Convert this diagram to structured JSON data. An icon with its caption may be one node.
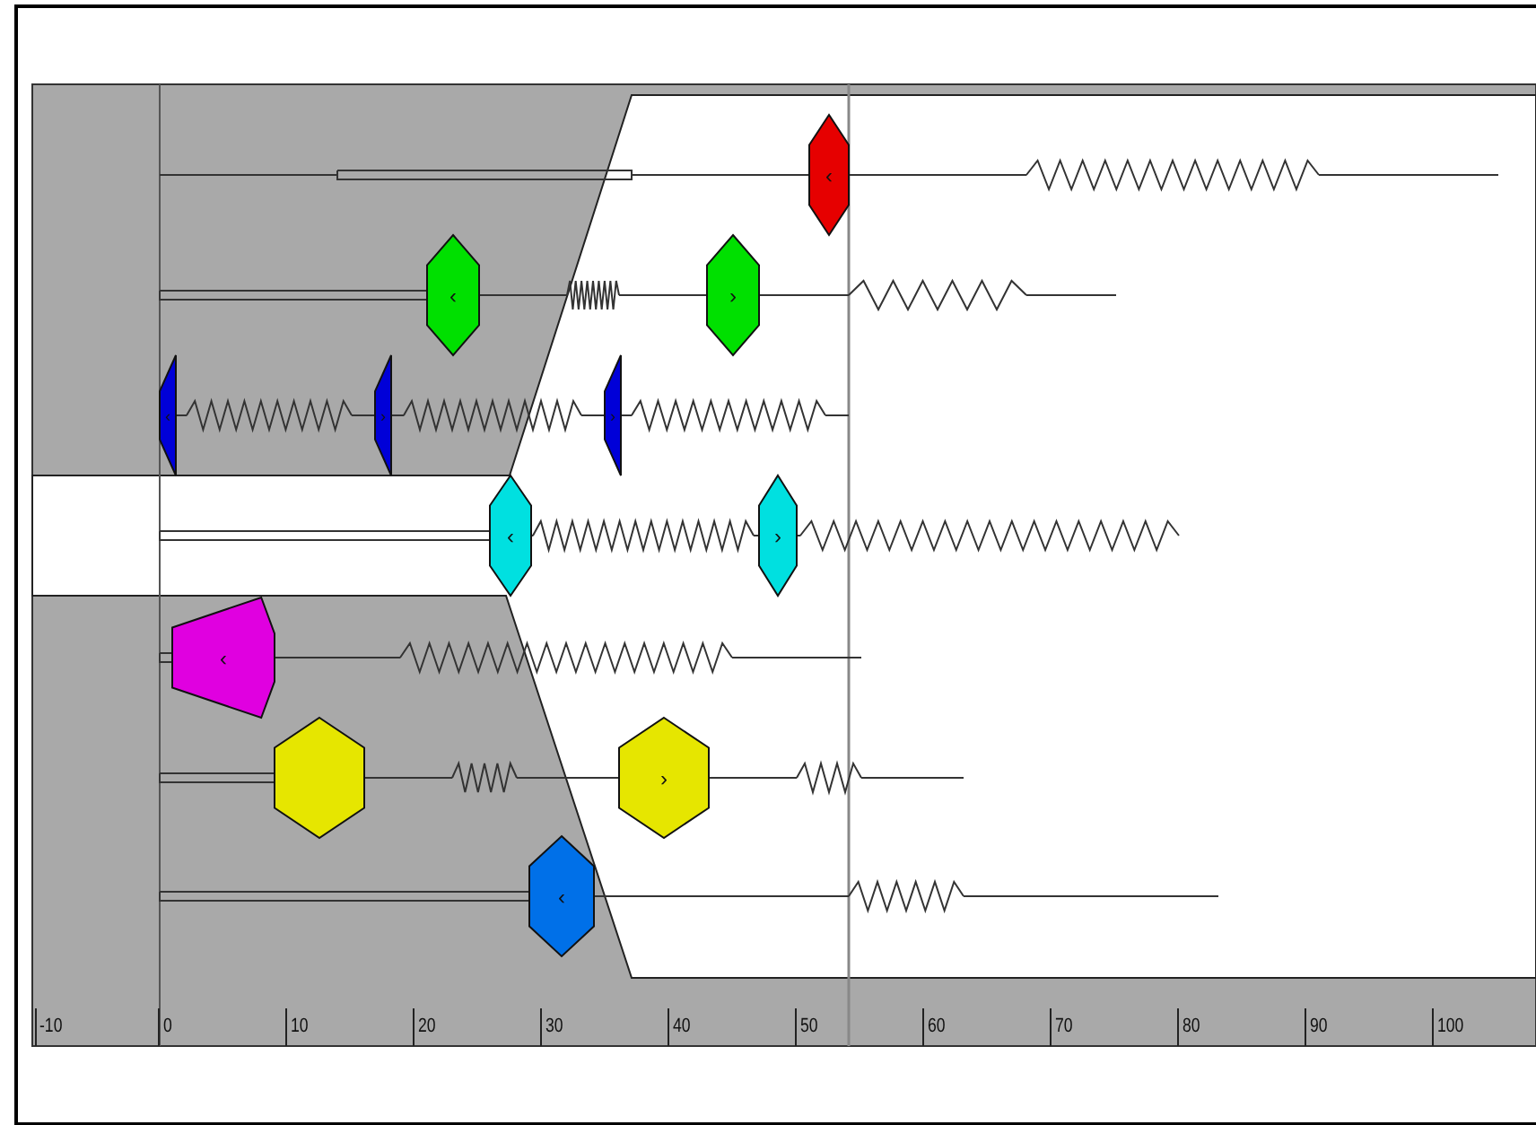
{
  "diagram": {
    "nodes": [
      {
        "text": [
          "‹"
        ]
      },
      {
        "text": [
          "‹"
        ]
      },
      {
        "text": [
          "›"
        ]
      },
      {
        "text": [
          "‹"
        ]
      },
      {
        "text": [
          "›"
        ]
      },
      {
        "text": [
          "›"
        ]
      },
      {
        "text": [
          "‹"
        ]
      },
      {
        "text": [
          "›"
        ]
      },
      {
        "text": [
          "‹"
        ]
      },
      {
        "text": [],
        "shape": "hexagon"
      },
      {
        "text": [
          "›"
        ]
      },
      {
        "text": [
          "‹"
        ]
      }
    ],
    "edges": [
      {
        "from": null,
        "to": 0,
        "arrow": "none"
      },
      {
        "from": 0,
        "to": null,
        "arrow": "none"
      },
      {
        "from": null,
        "to": 1,
        "arrow": "none"
      },
      {
        "from": 1,
        "to": 2,
        "arrow": "none"
      },
      {
        "from": 2,
        "to": null,
        "arrow": "none"
      },
      {
        "from": 3,
        "to": 4,
        "arrow": "none"
      },
      {
        "from": 4,
        "to": 5,
        "arrow": "none"
      },
      {
        "from": 5,
        "to": null,
        "arrow": "none"
      },
      {
        "from": null,
        "to": 6,
        "arrow": "none"
      },
      {
        "from": 6,
        "to": 7,
        "arrow": "none"
      },
      {
        "from": 7,
        "to": null,
        "arrow": "none"
      },
      {
        "from": null,
        "to": 8,
        "arrow": "none"
      },
      {
        "from": 8,
        "to": null,
        "arrow": "none"
      },
      {
        "from": null,
        "to": 9,
        "arrow": "none"
      },
      {
        "from": 9,
        "to": 10,
        "arrow": "none"
      },
      {
        "from": 10,
        "to": null,
        "arrow": "none"
      },
      {
        "from": null,
        "to": 11,
        "arrow": "none"
      },
      {
        "from": 11,
        "to": null,
        "arrow": "none"
      }
    ],
    "labels": [
      "-10",
      "0",
      "10",
      "20",
      "30",
      "40",
      "50",
      "60",
      "70",
      "80",
      "90",
      "100"
    ]
  }
}
